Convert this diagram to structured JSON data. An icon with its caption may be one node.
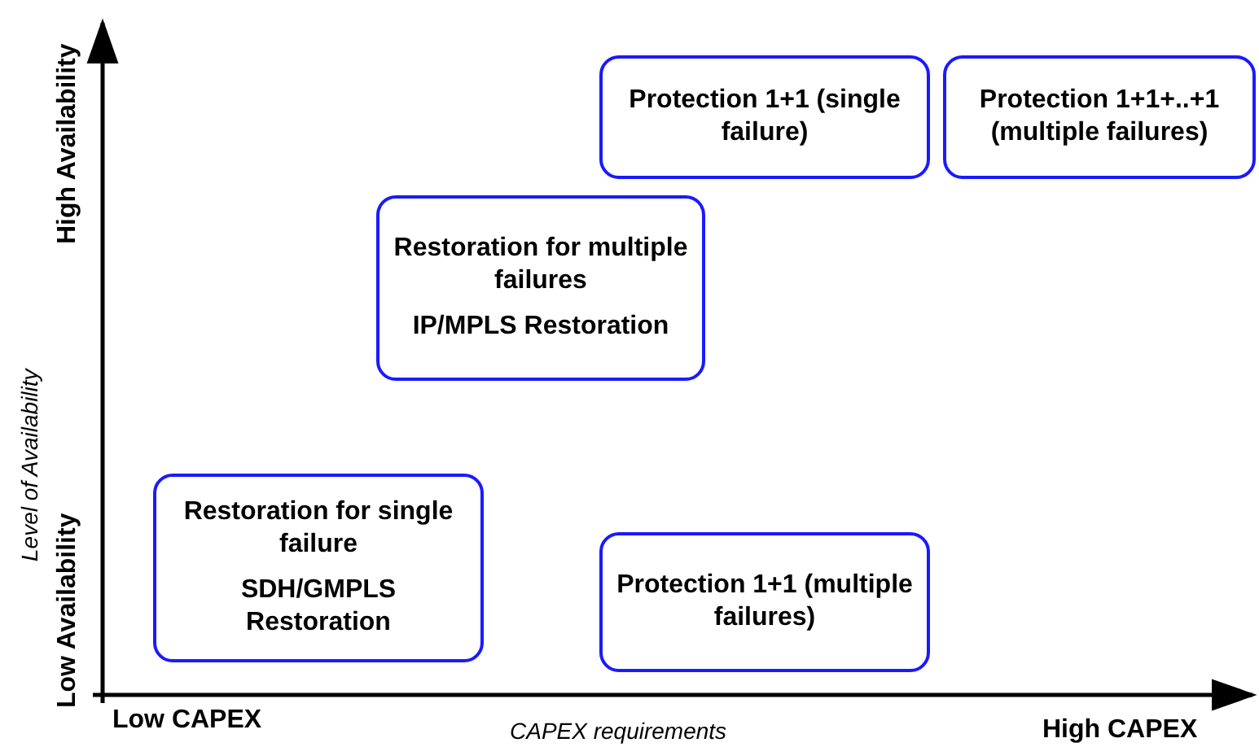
{
  "diagram": {
    "nodes": [
      {
        "text": [
          "Protection 1+1 (single failure)"
        ]
      },
      {
        "text": [
          "Protection 1+1+..+1 (multiple failures)"
        ]
      },
      {
        "text": [
          "Restoration for multiple failures",
          "IP/MPLS Restoration"
        ]
      },
      {
        "text": [
          "Restoration for single failure",
          "SDH/GMPLS Restoration"
        ]
      },
      {
        "text": [
          "Protection 1+1 (multiple failures)"
        ]
      }
    ],
    "labels": [
      "High Availability",
      "Level of Availability",
      "Low Availability",
      "Low CAPEX",
      "CAPEX requirements",
      "High CAPEX"
    ]
  }
}
